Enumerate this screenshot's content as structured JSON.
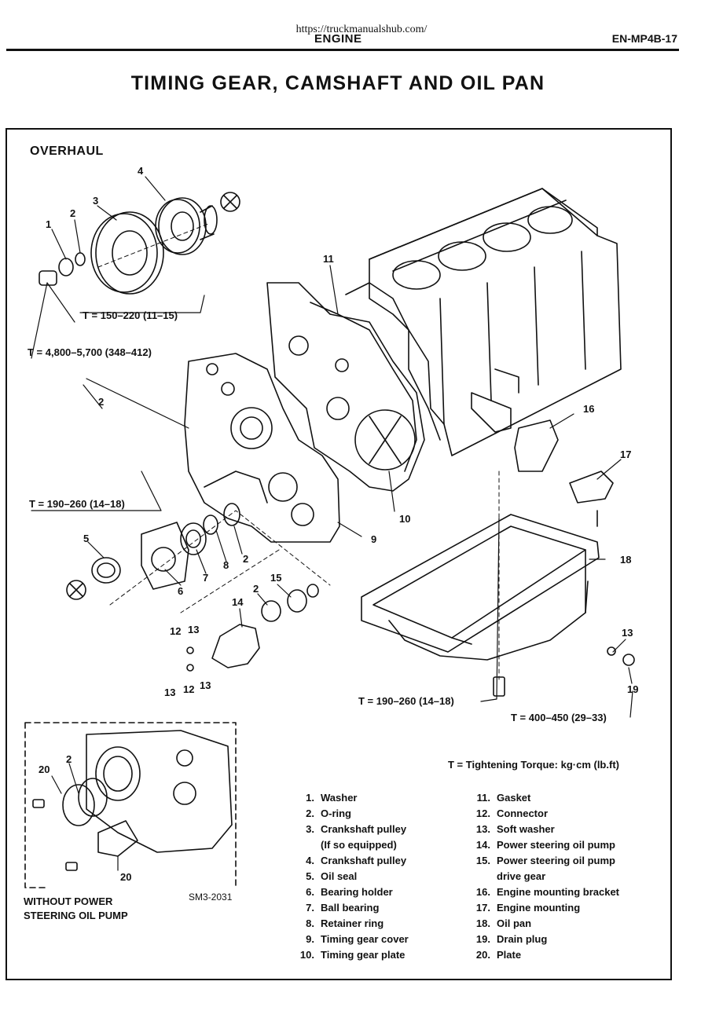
{
  "header": {
    "url": "https://truckmanualshub.com/",
    "section": "ENGINE",
    "page_code": "EN-MP4B-17"
  },
  "title": "TIMING GEAR, CAMSHAFT AND OIL PAN",
  "subheading": "OVERHAUL",
  "torques": {
    "crank_bolt": "T = 150–220 (11–15)",
    "crank_pulley_nut": "T = 4,800–5,700 (348–412)",
    "cover_bolt": "T = 190–260 (14–18)",
    "oil_pan_bolt": "T = 190–260 (14–18)",
    "drain_plug": "T = 400–450 (29–33)"
  },
  "callouts": {
    "c1": "1",
    "c2a": "2",
    "c3": "3",
    "c4": "4",
    "c11": "11",
    "c2b": "2",
    "c16": "16",
    "c17": "17",
    "c5": "5",
    "c10": "10",
    "c9": "9",
    "c18": "18",
    "c6": "6",
    "c7": "7",
    "c8": "8",
    "c2c": "2",
    "c2d": "2",
    "c15": "15",
    "c14": "14",
    "c12a": "12",
    "c13a": "13",
    "c13b": "13",
    "c12b": "12",
    "c13c": "13",
    "c13d": "13",
    "c19": "19",
    "c20a": "20",
    "c2e": "2",
    "c20b": "20"
  },
  "torque_definition": "T = Tightening Torque: kg·cm (lb.ft)",
  "legend_left": [
    {
      "num": "1.",
      "text": "Washer"
    },
    {
      "num": "2.",
      "text": "O-ring"
    },
    {
      "num": "3.",
      "text": "Crankshaft pulley"
    },
    {
      "num": "",
      "text": "(If so equipped)"
    },
    {
      "num": "4.",
      "text": "Crankshaft pulley"
    },
    {
      "num": "5.",
      "text": "Oil seal"
    },
    {
      "num": "6.",
      "text": "Bearing holder"
    },
    {
      "num": "7.",
      "text": "Ball bearing"
    },
    {
      "num": "8.",
      "text": "Retainer ring"
    },
    {
      "num": "9.",
      "text": "Timing gear cover"
    },
    {
      "num": "10.",
      "text": "Timing gear plate"
    }
  ],
  "legend_right": [
    {
      "num": "11.",
      "text": "Gasket"
    },
    {
      "num": "12.",
      "text": "Connector"
    },
    {
      "num": "13.",
      "text": "Soft washer"
    },
    {
      "num": "14.",
      "text": "Power steering oil pump"
    },
    {
      "num": "15.",
      "text": "Power steering oil pump"
    },
    {
      "num": "",
      "text": "drive gear"
    },
    {
      "num": "16.",
      "text": "Engine mounting bracket"
    },
    {
      "num": "17.",
      "text": "Engine mounting"
    },
    {
      "num": "18.",
      "text": "Oil pan"
    },
    {
      "num": "19.",
      "text": "Drain plug"
    },
    {
      "num": "20.",
      "text": "Plate"
    }
  ],
  "inset": {
    "caption_line1": "WITHOUT POWER",
    "caption_line2": "STEERING OIL PUMP",
    "figure_code": "SM3-2031"
  }
}
